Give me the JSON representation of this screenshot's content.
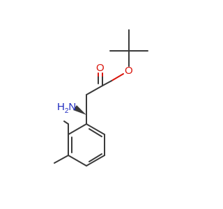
{
  "atoms": {
    "carbonyl_oxygen": {
      "symbol": "O",
      "color": "#d9140b"
    },
    "ester_oxygen": {
      "symbol": "O",
      "color": "#d9140b"
    },
    "amine": {
      "symbol": "H",
      "subscript": "2",
      "suffix": "N",
      "color": "#1f2bbf"
    }
  },
  "colors": {
    "bond": "#3a3a3a",
    "oxygen": "#d9140b",
    "nitrogen": "#1f2bbf",
    "background": "#ffffff"
  }
}
